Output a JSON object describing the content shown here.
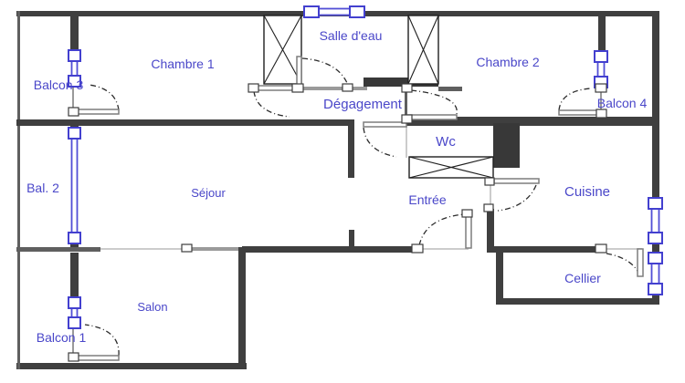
{
  "plan": {
    "labels": {
      "chambre1": "Chambre 1",
      "chambre2": "Chambre 2",
      "salle_deau": "Salle d'eau",
      "degagement": "Dégagement",
      "wc": "Wc",
      "entree": "Entrée",
      "sejour": "Séjour",
      "salon": "Salon",
      "cuisine": "Cuisine",
      "cellier": "Cellier",
      "balcon1": "Balcon 1",
      "bal2": "Bal. 2",
      "balcon3": "Balcon 3",
      "balcon4": "Balcon 4"
    },
    "colors": {
      "label_blue": "#4a47c9",
      "window_blue": "#514ed6",
      "wall_dark": "#3f3f3f",
      "background": "#ffffff"
    },
    "symbols": {
      "window": "blue double-line with end boxes",
      "door": "gray leaf with dash-dot swing arc and hinge squares",
      "closet": "crossed box",
      "duct": "solid dark block"
    }
  }
}
